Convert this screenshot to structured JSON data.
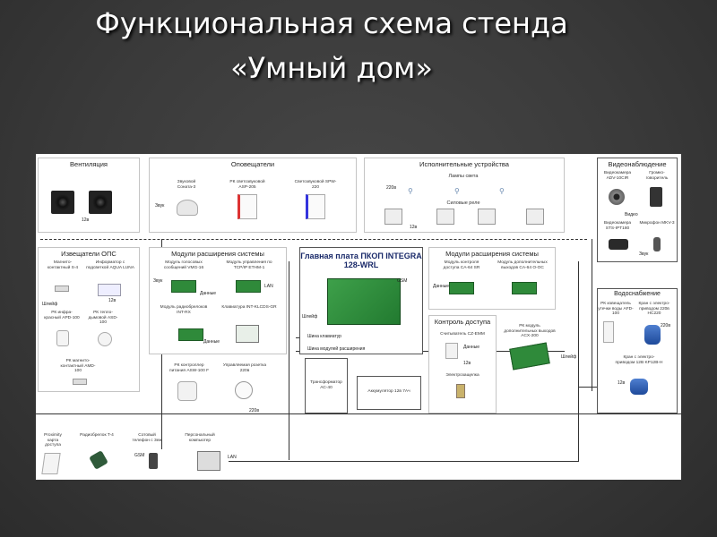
{
  "slide": {
    "title_line1": "Функциональная схема стенда",
    "title_line2": "«Умный дом»"
  },
  "diagram": {
    "ventilation": {
      "title": "Вентиляция",
      "voltage": "12в"
    },
    "alarms": {
      "title": "Оповещатели",
      "sounder": "Звуковой Соната-3",
      "rk_siren": "РК светозвуковой ASP-205",
      "light_sounder": "Светозвуковой SPW-220",
      "sound": "Звук"
    },
    "actuators": {
      "title": "Исполнительные устройства",
      "lamps": "Лампы света",
      "relays": "Силовые реле",
      "v220": "220в",
      "v12": "12в"
    },
    "video": {
      "title": "Видеонаблюдение",
      "camera": "Видеокамера ADV-10CIR",
      "speaker": "Громко-говоритель",
      "camera2": "Видеокамера STS-IPT180",
      "mic": "Микрофон MKV-3",
      "video": "Видео",
      "sound": "Звук"
    },
    "sensors": {
      "title": "Извещатели ОПС",
      "mag1": "Магнито-контактный S-4",
      "info": "Информатор с подсветкой AQUA LUNA",
      "pir": "РК инфра-красный APD-100",
      "smoke": "РК тепло-дымовой ASD-100",
      "mag2": "РК магнито-контактный AMD-100",
      "loop": "Шлейф",
      "v12": "12в"
    },
    "ext_left": {
      "title": "Модули расширения системы",
      "voice": "Модуль голосовых сообщений VMG-16",
      "tcpip": "Модуль управления по TCP/IP ETHM-1",
      "radio": "Модуль радиобрелоков INT-RX",
      "keypad": "Клавиатура INT-KLCDS-GR",
      "data": "Данные",
      "lan": "LAN",
      "sound": "Звук"
    },
    "mainboard": {
      "title": "Главная плата ПКОП INTEGRA 128-WRL",
      "gsm": "GSM",
      "bus_keypad": "Шина клавиатур",
      "bus_modules": "Шина модулей расширения",
      "loop": "Шлейф"
    },
    "ext_right": {
      "title": "Модули расширения системы",
      "access": "Модуль контроля доступа CA-64 SR",
      "outputs": "Модуль дополнительных выходов CA-64 O-OC",
      "data": "Данные"
    },
    "access_ctrl": {
      "title": "Контроль доступа",
      "reader": "Считыватель CZ-EMM",
      "lock": "Электрозащелка",
      "data": "Данные",
      "v12": "12в"
    },
    "rk_ext": {
      "label": "РК модуль дополнительных выходов ACX-200",
      "loop": "Шлейф"
    },
    "water": {
      "title": "Водоснабжение",
      "leak": "РК извещатель утечки воды AFD-100",
      "valve1": "Кран с электро-приводом 220в HC220",
      "valve2": "Кран с электро-приводом 12В KP12B-H",
      "v220": "220в",
      "v12": "12в"
    },
    "power_ctrl": {
      "rk": "РК контроллер питания ASW-100 F",
      "socket": "Управляемая розетка 220в",
      "v220": "220в"
    },
    "transformer": {
      "label": "Трансформатор АС-40"
    },
    "battery": {
      "label": "Аккумулятор 12в 7Ач"
    },
    "bottom": {
      "proximity": "Proximity карта доступа",
      "fobs": "Радиобрелок T-4",
      "phone": "Сотовый телефон с 3еж",
      "pc": "Персональный компьютер",
      "gsm": "GSM",
      "lan": "LAN"
    }
  },
  "colors": {
    "accent_blue": "#1a2a6a",
    "board_green": "#2f8a3a",
    "background": "#3a3a3a"
  }
}
